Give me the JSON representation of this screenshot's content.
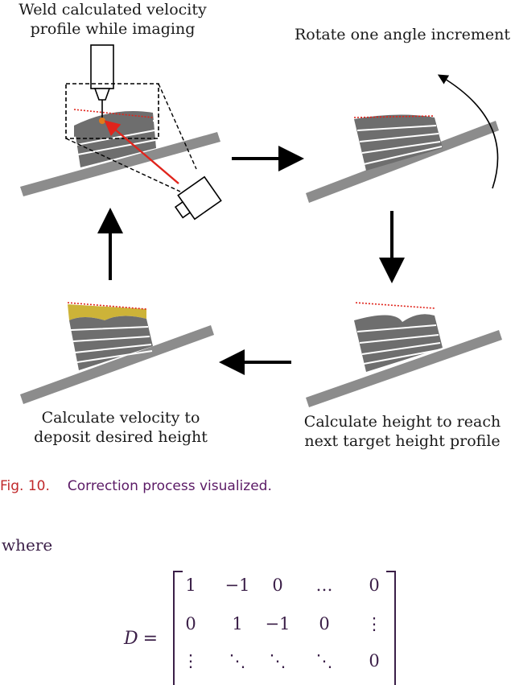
{
  "figure": {
    "labels": {
      "step_weld_line1": "Weld calculated velocity",
      "step_weld_line2": "profile while imaging",
      "step_rotate": "Rotate one angle increment",
      "step_height_line1": "Calculate height to reach",
      "step_height_line2": "next target height profile",
      "step_velocity_line1": "Calculate velocity to",
      "step_velocity_line2": "deposit desired height"
    },
    "colors": {
      "substrate": "#8c8c8c",
      "layers": "#6e6e6e",
      "target_line": "#e0241c",
      "deposit": "#cdb338",
      "arrow": "#000000"
    }
  },
  "caption": {
    "number": "Fig. 10.",
    "text": "Correction process visualized."
  },
  "body_text": {
    "where": "where"
  },
  "equation": {
    "lhs": "D",
    "equals": "=",
    "rows": [
      [
        "1",
        "−1",
        "0",
        "…",
        "0"
      ],
      [
        "0",
        "1",
        "−1",
        "0",
        "⋮"
      ],
      [
        "⋮",
        "⋱",
        "⋱",
        "⋱",
        "0"
      ]
    ]
  }
}
